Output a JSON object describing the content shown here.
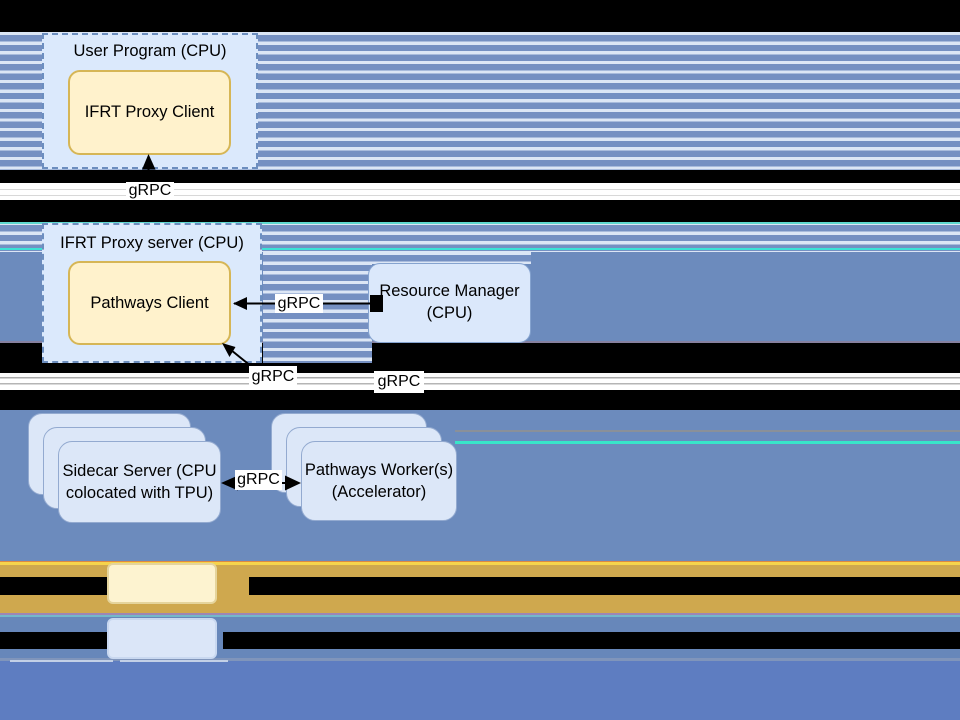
{
  "nodes": {
    "user_program_title": "User Program (CPU)",
    "ifrt_proxy_client": "IFRT Proxy Client",
    "ifrt_proxy_server_title": "IFRT Proxy server (CPU)",
    "pathways_client": "Pathways Client",
    "resource_manager_line1": "Resource Manager",
    "resource_manager_line2": "(CPU)",
    "sidecar_line1": "Sidecar Server (CPU",
    "sidecar_line2": "colocated with TPU)",
    "workers_line1": "Pathways Worker(s)",
    "workers_line2": "(Accelerator)"
  },
  "edges": {
    "grpc_user_to_proxy": "gRPC",
    "grpc_client_rm": "gRPC",
    "grpc_sidecar_to_client": "gRPC",
    "grpc_rm_to_workers": "gRPC",
    "grpc_sidecar_workers": "gRPC"
  },
  "colors": {
    "stripe_blue": "#7590c2",
    "stripe_light": "#dce6f5",
    "mid_blue": "#6c8bbd",
    "bottom_blue": "#5e7dc1",
    "gold_band": "#cfa84e",
    "panel_fill": "#dbe9fc",
    "panel_border": "#6c8ebf",
    "yellow_fill": "#fff2cc",
    "yellow_border": "#d6b656",
    "stack_fill": "#dce7f8",
    "legend_yellow_fill": "#fdf3d0",
    "legend_blue_fill": "#dbe6f8"
  }
}
